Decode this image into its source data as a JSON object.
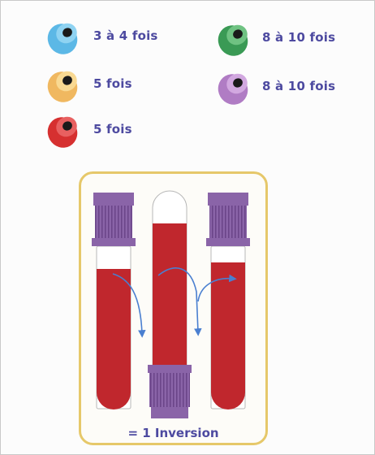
{
  "colors": {
    "label_text": "#4d4aa0",
    "blood": "#c0272d",
    "tube_cap": "#8a64a8",
    "frame_border": "#e6c86a",
    "arrow": "#4a7fd0"
  },
  "legend": {
    "items": [
      {
        "cap_color": "#5cb8e6",
        "label": "3 à 4 fois"
      },
      {
        "cap_color": "#f5c06a",
        "label": "5 fois"
      },
      {
        "cap_color": "#d63030",
        "label": "5 fois"
      },
      {
        "cap_color": "#3fa05a",
        "label": "8 à 10 fois"
      },
      {
        "cap_color": "#b884c8",
        "label": "8 à 10 fois"
      }
    ]
  },
  "diagram": {
    "caption": "= 1 Inversion"
  }
}
